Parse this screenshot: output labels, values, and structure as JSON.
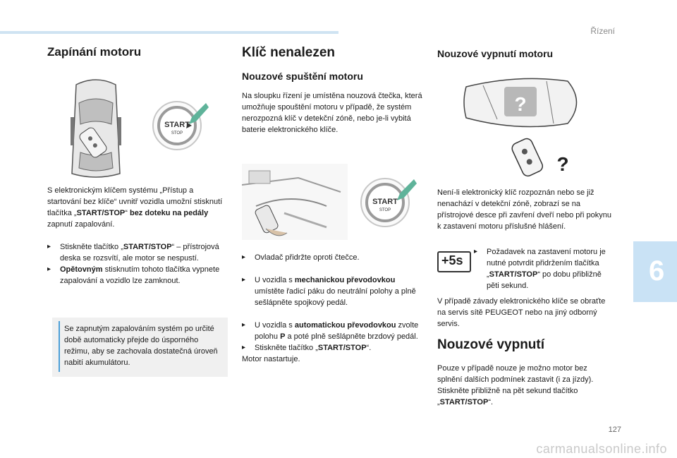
{
  "header": {
    "section_name": "Řízení",
    "chapter_number": "6",
    "page_number": "127",
    "watermark": "carmanualsonline.info"
  },
  "colors": {
    "accent_blue": "#4b9fd8",
    "accent_green": "#5fb39a",
    "tab_blue": "#c9e2f5"
  },
  "col1": {
    "title": "Zapínání motoru",
    "start_button_top": "START",
    "start_button_bottom": "STOP",
    "intro": [
      {
        "t": "S elektronickým klíčem systému „Přístup a startování bez klíče“ uvnitř vozidla umožní stisknutí tlačítka „",
        "b": false
      },
      {
        "t": "START/STOP",
        "b": true
      },
      {
        "t": "“ ",
        "b": false
      },
      {
        "t": "bez doteku na pedály",
        "b": true
      },
      {
        "t": " zapnutí zapalování.",
        "b": false
      }
    ],
    "bullet1_a": "Stiskněte tlačítko „",
    "bullet1_b": "START/STOP",
    "bullet1_c": "“ – přístrojová deska se rozsvítí, ale motor se nespustí.",
    "bullet2_a": "Opětovným",
    "bullet2_b": " stisknutím tohoto tlačítka vypnete zapalování a vozidlo lze zamknout.",
    "note": "Se zapnutým zapalováním systém po určité době automaticky přejde do úsporného režimu, aby se zachovala dostatečná úroveň nabití akumulátoru."
  },
  "col2": {
    "title": "Klíč nenalezen",
    "subtitle": "Nouzové spuštění motoru",
    "intro": "Na sloupku řízení je umístěna nouzová čtečka, která umožňuje spouštění motoru v případě, že systém nerozpozná klíč v detekční zóně, nebo je-li vybitá baterie elektronického klíče.",
    "start_button_top": "START",
    "start_button_bottom": "STOP",
    "bullet1": "Ovladač přidržte oproti čtečce.",
    "bullet2_a": "U vozidla s ",
    "bullet2_b": "mechanickou převodovkou",
    "bullet2_c": " umístěte řadicí páku do neutrální polohy a plně sešlápněte spojkový pedál.",
    "bullet3_a": "U vozidla s ",
    "bullet3_b": "automatickou převodovkou",
    "bullet3_c": " zvolte polohu ",
    "bullet3_d": "P",
    "bullet3_e": " a poté plně sešlápněte brzdový pedál.",
    "bullet4_a": "Stiskněte tlačítko „",
    "bullet4_b": "START/STOP",
    "bullet4_c": "“.",
    "result": "Motor nastartuje."
  },
  "col3": {
    "subtitle": "Nouzové vypnutí motoru",
    "question_mark": "?",
    "intro": "Není-li elektronický klíč rozpoznán nebo se již nenachází v detekční zóně, zobrazí se na přístrojové desce při zavření dveří nebo při pokynu k zastavení motoru příslušné hlášení.",
    "badge": "+5s",
    "bullet_a": "Požadavek na zastavení motoru je nutné potvrdit přidržením tlačítka „",
    "bullet_b": "START/STOP",
    "bullet_c": "“ po dobu přibližně pěti sekund.",
    "fault": "V případě závady elektronického klíče se obraťte na servis sítě PEUGEOT nebo na jiný odborný servis.",
    "title": "Nouzové vypnutí",
    "outro_a": "Pouze v případě nouze je možno motor bez splnění dalších podmínek zastavit (i za jízdy). Stiskněte přibližně na pět sekund tlačítko „",
    "outro_b": "START/STOP",
    "outro_c": "“."
  }
}
